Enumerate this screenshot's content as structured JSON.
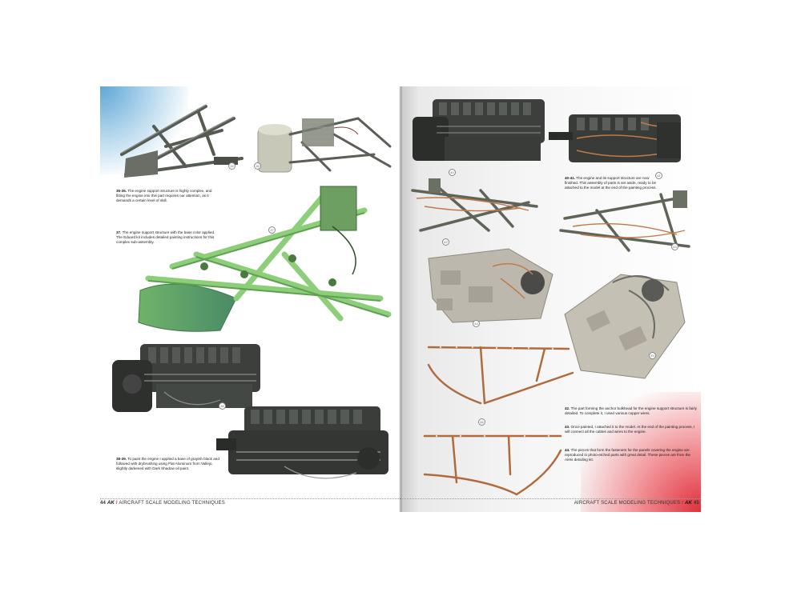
{
  "left_page": {
    "captions": [
      {
        "number": "35-36.",
        "text": "The engine support structure is highly complex, and fitting the engine into this part requires our attention, as it demands a certain level of skill."
      },
      {
        "number": "37.",
        "text": "The engine support structure with the base color applied. The Eduard kit includes detailed painting instructions for this complex sub-assembly."
      },
      {
        "number": "38-39.",
        "text": "To paint the engine I applied a base of grayish black and followed with drybrushing using Flat Aluminum from Vallejo, slightly darkened with Dark Shadow oil paint."
      }
    ],
    "footer": {
      "page_number": "44",
      "brand": "AK",
      "separator": "/",
      "title": "AIRCRAFT SCALE MODELING TECHNIQUES"
    }
  },
  "right_page": {
    "captions": [
      {
        "number": "40-41.",
        "text": "The engine and its support structure are now finished. This assembly of parts is set aside, ready to be attached to the model at the end of the painting process."
      },
      {
        "number": "42.",
        "text": "The part forming the anchor bulkhead for the engine support structure is fairly detailed. To complete it, I used various copper wires."
      },
      {
        "number": "43.",
        "text": "Once painted, I attached it to the model. At the end of the painting process, I will connect all the cables and wires to the engine."
      },
      {
        "number": "44.",
        "text": "The pieces that form the fasteners for the panels covering the engine are reproduced in photo-etched parts with great detail. These pieces are from the Aires detailing kit."
      }
    ],
    "footer": {
      "title": "AIRCRAFT SCALE MODELING TECHNIQUES",
      "separator": "/",
      "brand": "AK",
      "page_number": "45"
    }
  },
  "colors": {
    "accent_red": "#c0252c",
    "primer_green": "#8ccf78",
    "engine_gray": "#3c3f3c",
    "primer_gray": "#bdb8ad",
    "copper": "#b06a3c"
  },
  "photos": [
    {
      "name": "engine-mount-frame-photo"
    },
    {
      "name": "engine-mount-with-firewall-photo"
    },
    {
      "name": "green-engine-mount-photo"
    },
    {
      "name": "engine-front-view-photo"
    },
    {
      "name": "engine-side-view-photo"
    },
    {
      "name": "engine-finished-photo"
    },
    {
      "name": "engine-finished-rear-photo"
    },
    {
      "name": "engine-mount-wired-photo"
    },
    {
      "name": "engine-mount-wired-alt-photo"
    },
    {
      "name": "anchor-bulkhead-photo"
    },
    {
      "name": "bulkhead-attached-photo"
    },
    {
      "name": "photo-etched-fasteners-photo"
    },
    {
      "name": "photo-etched-fasteners-alt-photo"
    }
  ]
}
